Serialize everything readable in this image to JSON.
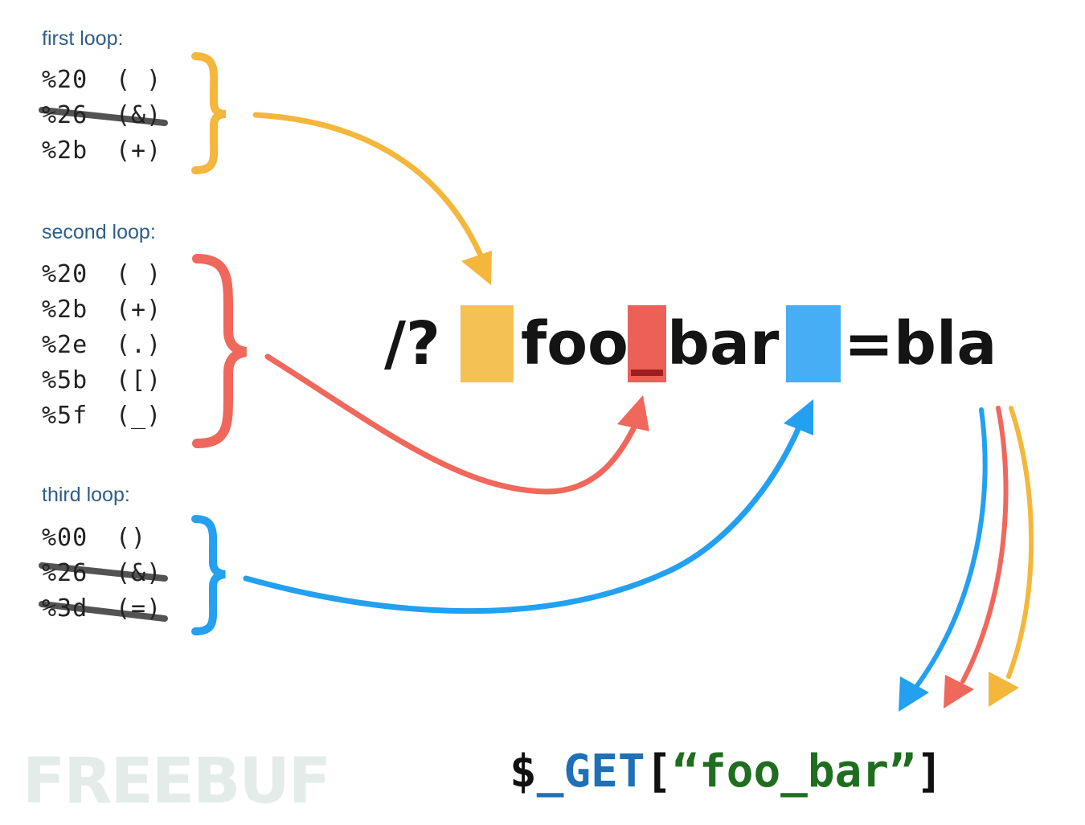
{
  "watermark": "FREEBUF",
  "loops": [
    {
      "title": "first loop:",
      "color": "#f4b73c",
      "items": [
        {
          "code": "%20",
          "char": "( )",
          "struck": false
        },
        {
          "code": "%26",
          "char": "(&)",
          "struck": true
        },
        {
          "code": "%2b",
          "char": "(+)",
          "struck": false
        }
      ]
    },
    {
      "title": "second loop:",
      "color": "#f0675c",
      "items": [
        {
          "code": "%20",
          "char": "( )",
          "struck": false
        },
        {
          "code": "%2b",
          "char": "(+)",
          "struck": false
        },
        {
          "code": "%2e",
          "char": "(.)",
          "struck": false
        },
        {
          "code": "%5b",
          "char": "([)",
          "struck": false
        },
        {
          "code": "%5f",
          "char": "(_)",
          "struck": false
        }
      ]
    },
    {
      "title": "third loop:",
      "color": "#23a0f0",
      "items": [
        {
          "code": "%00",
          "char": "()",
          "struck": false
        },
        {
          "code": "%26",
          "char": "(&)",
          "struck": true
        },
        {
          "code": "%3d",
          "char": "(=)",
          "struck": true
        }
      ]
    }
  ],
  "url": {
    "prefix": "/?",
    "part1": "foo",
    "part2": "bar",
    "suffix": "=bla",
    "highlight_colors": [
      "#f4c155",
      "#ec6058",
      "#45aef5"
    ]
  },
  "result": {
    "dollar": "$",
    "var": "_GET",
    "open": "[",
    "key": "“foo_bar”",
    "close": "]"
  }
}
